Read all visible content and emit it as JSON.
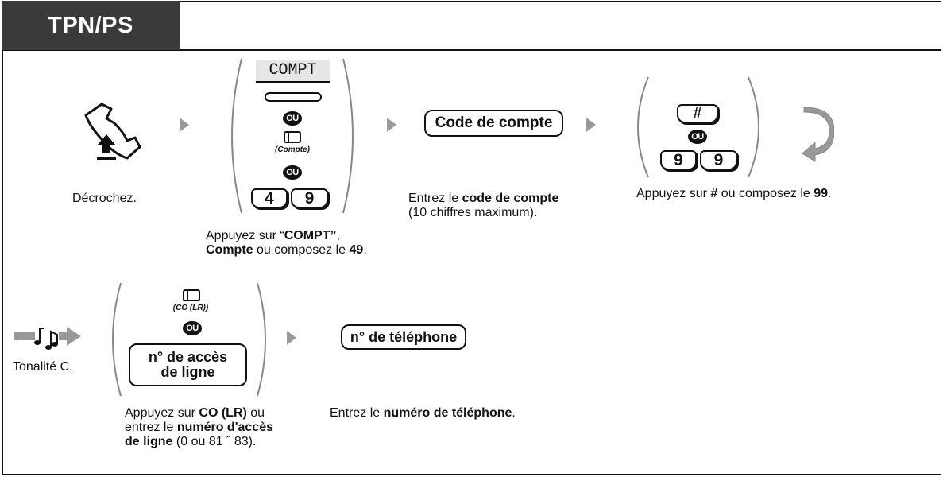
{
  "title": "TPN/PS",
  "step1": {
    "caption": "Décrochez."
  },
  "step2": {
    "lcd": "COMPT",
    "ou": "OU",
    "compte_label": "(Compte)",
    "keys": [
      "4",
      "9"
    ],
    "caption_pre": "Appuyez sur “",
    "caption_b1": "COMPT”",
    "caption_mid1": ",",
    "caption_b2": "Compte",
    "caption_mid2": " ou composez le ",
    "caption_b3": "49",
    "caption_end": "."
  },
  "step3": {
    "button": "Code de compte",
    "caption_pre": "Entrez le ",
    "caption_b": "code de compte",
    "caption_line2": "(10 chiffres maximum)."
  },
  "step4": {
    "key_hash": "#",
    "ou": "OU",
    "keys": [
      "9",
      "9"
    ],
    "caption_pre": "Appuyez sur ",
    "caption_b1": "#",
    "caption_mid": " ou composez le ",
    "caption_b2": "99",
    "caption_end": "."
  },
  "step5": {
    "caption": "Tonalité C."
  },
  "step6": {
    "co_label": "(CO (LR))",
    "ou": "OU",
    "button_line1": "n° de accès",
    "button_line2": "de ligne",
    "caption_pre": "Appuyez sur ",
    "caption_b1": "CO (LR)",
    "caption_mid": " ou",
    "caption_line2_pre": "entrez le ",
    "caption_b2": "numéro d'accès",
    "caption_b3": "de ligne",
    "caption_end": " (0 ou 81 ˆ 83)."
  },
  "step7": {
    "button": "n° de téléphone",
    "caption_pre": "Entrez le ",
    "caption_b": "numéro de téléphone",
    "caption_end": "."
  },
  "colors": {
    "tab_bg": "#3a3a3a",
    "arrow": "#999999",
    "lcd_bg": "#e6e6e6"
  }
}
